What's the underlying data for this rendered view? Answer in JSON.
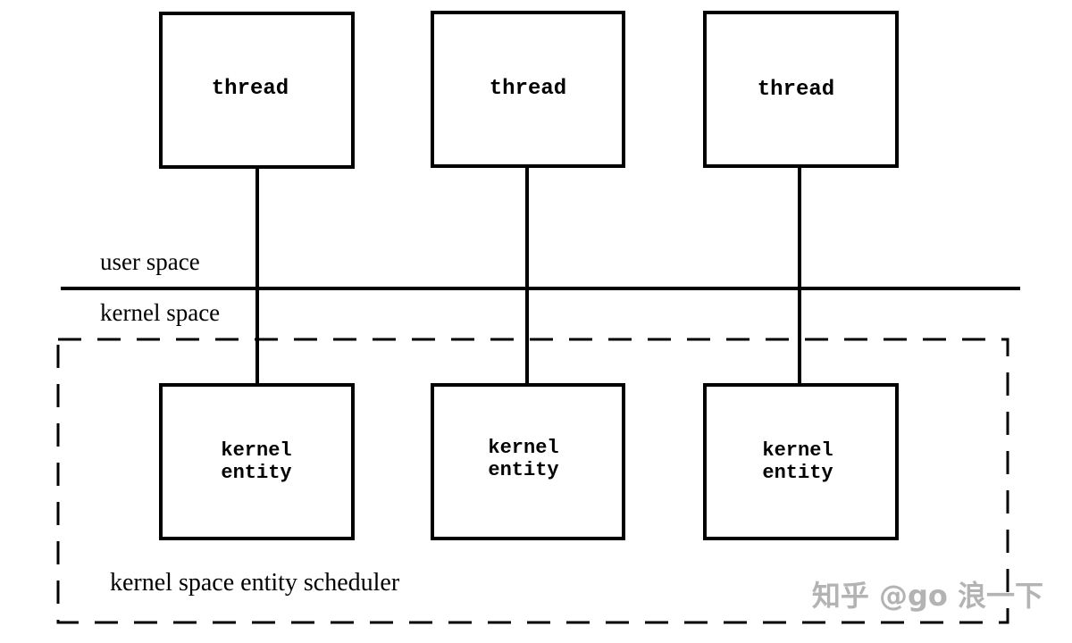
{
  "diagram": {
    "threads": [
      {
        "label": "thread"
      },
      {
        "label": "thread"
      },
      {
        "label": "thread"
      }
    ],
    "kernel_entities": [
      {
        "line1": "kernel",
        "line2": "entity"
      },
      {
        "line1": "kernel",
        "line2": "entity"
      },
      {
        "line1": "kernel",
        "line2": "entity"
      }
    ],
    "user_space_label": "user space",
    "kernel_space_label": "kernel space",
    "scheduler_label": "kernel space entity scheduler",
    "watermark": "知乎 @go 浪一下"
  }
}
